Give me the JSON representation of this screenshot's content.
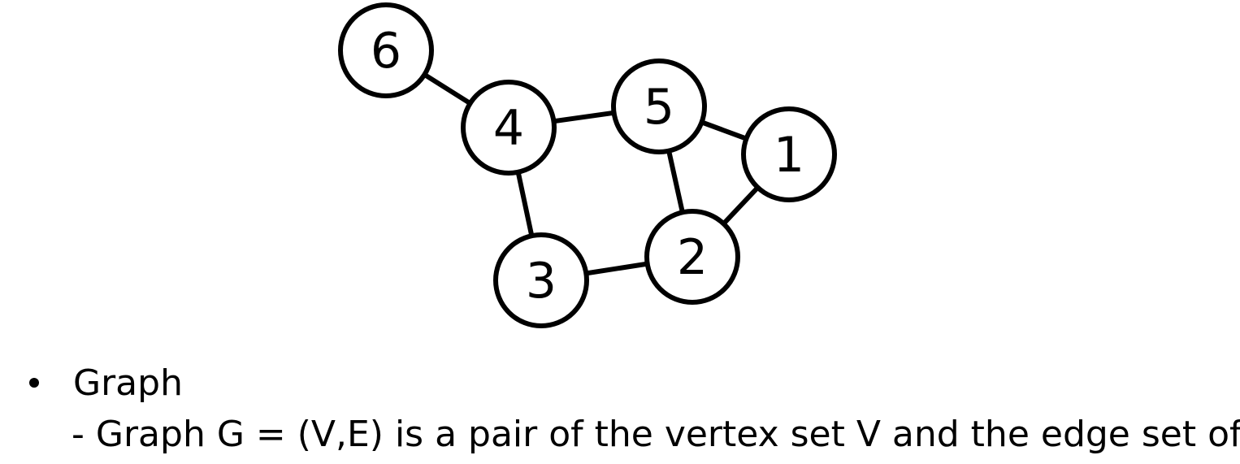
{
  "graph": {
    "nodes": [
      {
        "id": "1",
        "label": "1"
      },
      {
        "id": "2",
        "label": "2"
      },
      {
        "id": "3",
        "label": "3"
      },
      {
        "id": "4",
        "label": "4"
      },
      {
        "id": "5",
        "label": "5"
      },
      {
        "id": "6",
        "label": "6"
      }
    ],
    "edges": [
      [
        "6",
        "4"
      ],
      [
        "4",
        "5"
      ],
      [
        "5",
        "1"
      ],
      [
        "5",
        "2"
      ],
      [
        "1",
        "2"
      ],
      [
        "4",
        "3"
      ],
      [
        "3",
        "2"
      ]
    ]
  },
  "bullet": {
    "heading": "Graph",
    "description": "- Graph G = (V,E) is a pair of the vertex set V and the edge set of E"
  }
}
